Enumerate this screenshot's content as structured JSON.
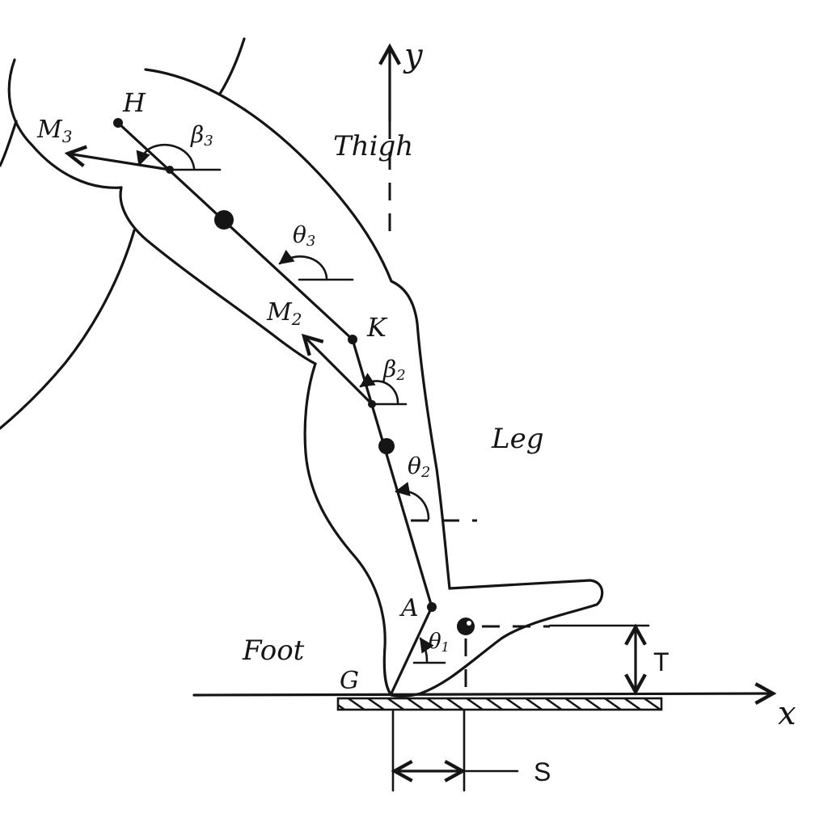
{
  "labels": {
    "y_axis": "y",
    "x_axis": "x",
    "thigh": "Thigh",
    "leg": "Leg",
    "foot": "Foot",
    "hip": "H",
    "knee": "K",
    "ankle": "A",
    "ground_contact": "G",
    "moment_3": "M",
    "moment_3_sub": "3",
    "moment_2": "M",
    "moment_2_sub": "2",
    "beta_3": "β",
    "beta_3_sub": "3",
    "beta_2": "β",
    "beta_2_sub": "2",
    "theta_3": "θ",
    "theta_3_sub": "3",
    "theta_2": "θ",
    "theta_2_sub": "2",
    "theta_1": "θ",
    "theta_1_sub": "1",
    "dim_T": "T",
    "dim_S": "S"
  },
  "colors": {
    "ink": "#151515",
    "paper": "#ffffff"
  }
}
